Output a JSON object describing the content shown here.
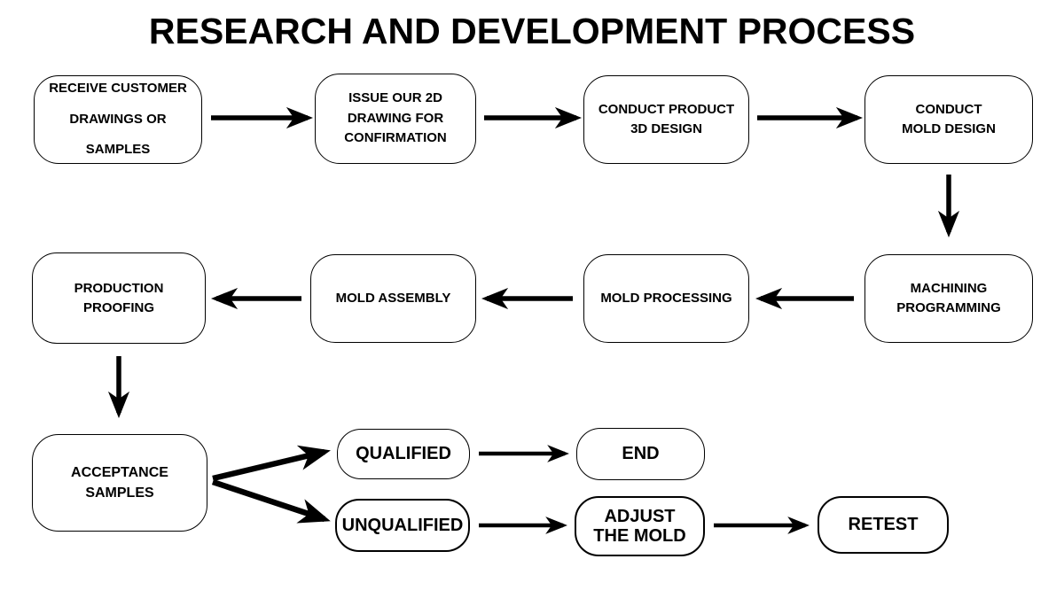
{
  "title": "RESEARCH AND DEVELOPMENT PROCESS",
  "colors": {
    "background": "#ffffff",
    "stroke": "#000000",
    "text": "#000000"
  },
  "nodes": {
    "receive": {
      "label": [
        "RECEIVE CUSTOMER",
        "DRAWINGS OR SAMPLES"
      ]
    },
    "issue_2d": {
      "label": [
        "ISSUE OUR 2D",
        "DRAWING FOR",
        "CONFIRMATION"
      ]
    },
    "product_3d": {
      "label": [
        "CONDUCT PRODUCT",
        "3D DESIGN"
      ]
    },
    "mold_design": {
      "label": [
        "CONDUCT",
        "MOLD DESIGN"
      ]
    },
    "machining": {
      "label": [
        "MACHINING",
        "PROGRAMMING"
      ]
    },
    "mold_processing": {
      "label": [
        "MOLD PROCESSING"
      ]
    },
    "mold_assembly": {
      "label": [
        "MOLD ASSEMBLY"
      ]
    },
    "production_proofing": {
      "label": [
        "PRODUCTION PROOFING"
      ]
    },
    "acceptance": {
      "label": [
        "ACCEPTANCE SAMPLES"
      ]
    },
    "qualified": {
      "label": [
        "QUALIFIED"
      ]
    },
    "end": {
      "label": [
        "END"
      ]
    },
    "unqualified": {
      "label": [
        "UNQUALIFIED"
      ]
    },
    "adjust": {
      "label": [
        "ADJUST",
        "THE MOLD"
      ]
    },
    "retest": {
      "label": [
        "RETEST"
      ]
    }
  },
  "edges": [
    {
      "from": "receive",
      "to": "issue_2d"
    },
    {
      "from": "issue_2d",
      "to": "product_3d"
    },
    {
      "from": "product_3d",
      "to": "mold_design"
    },
    {
      "from": "mold_design",
      "to": "machining"
    },
    {
      "from": "machining",
      "to": "mold_processing"
    },
    {
      "from": "mold_processing",
      "to": "mold_assembly"
    },
    {
      "from": "mold_assembly",
      "to": "production_proofing"
    },
    {
      "from": "production_proofing",
      "to": "acceptance"
    },
    {
      "from": "acceptance",
      "to": "qualified"
    },
    {
      "from": "acceptance",
      "to": "unqualified"
    },
    {
      "from": "qualified",
      "to": "end"
    },
    {
      "from": "unqualified",
      "to": "adjust"
    },
    {
      "from": "adjust",
      "to": "retest"
    }
  ]
}
